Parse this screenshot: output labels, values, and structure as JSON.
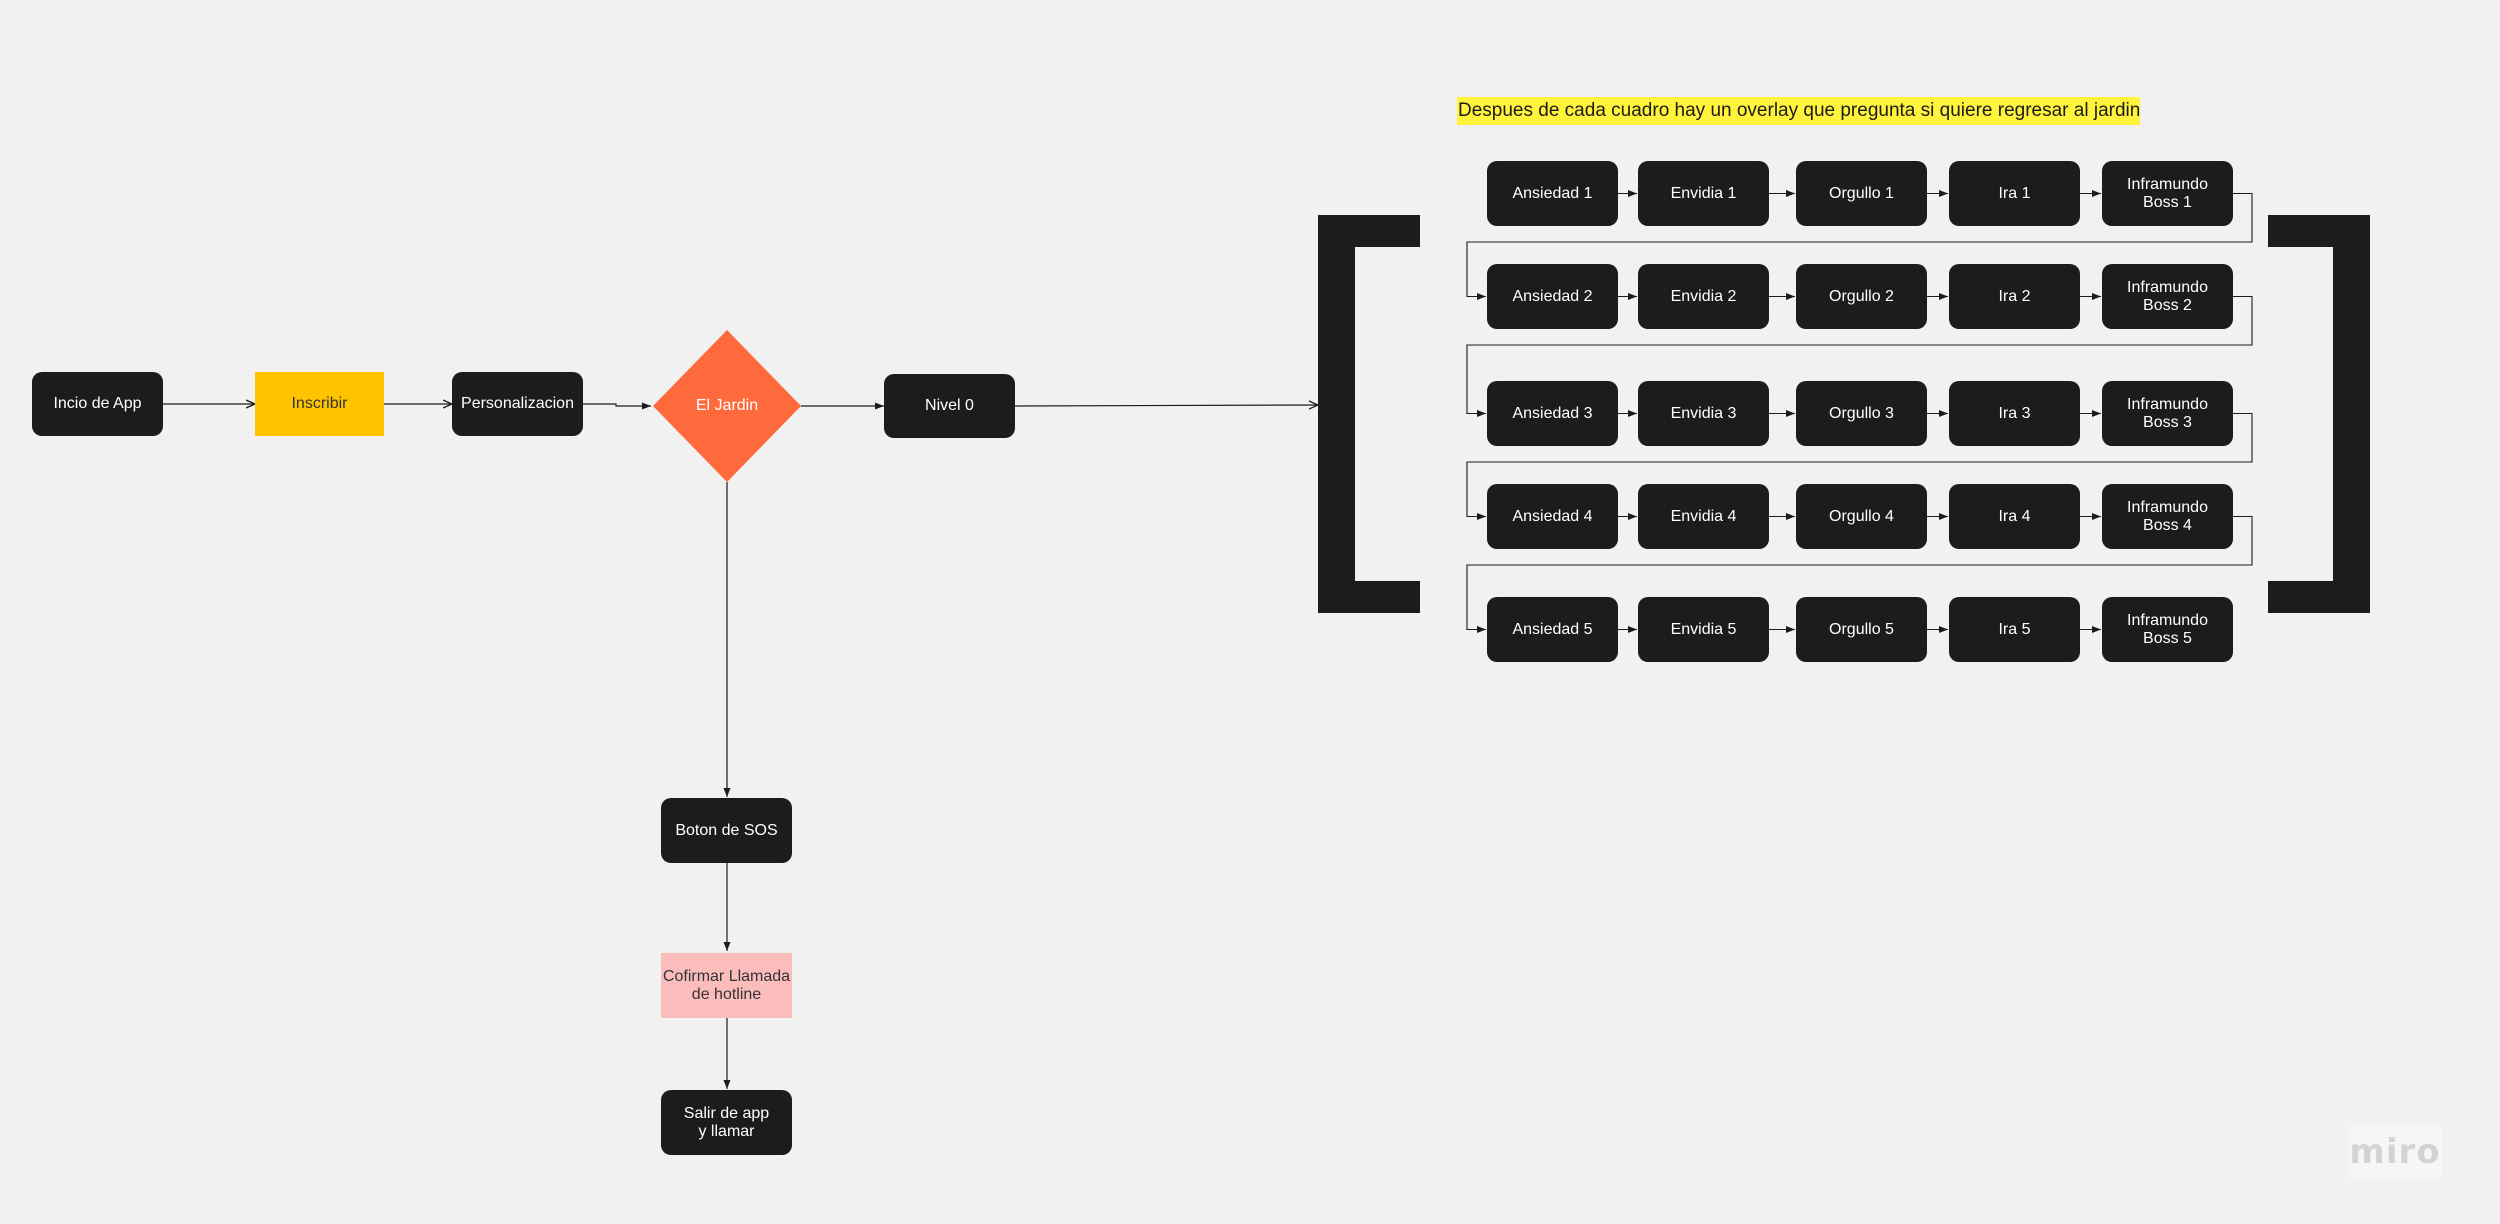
{
  "board": {
    "note": "Despues de cada cuadro hay un overlay que pregunta si quiere regresar al jardin",
    "watermark": "miro"
  },
  "colors": {
    "background": "#f2f1f1",
    "dark_node": "#1c1c1c",
    "inscribir": "#ffc300",
    "diamond": "#ff6a3d",
    "hotline": "#fbbcbc",
    "note_highlight": "#fff33b"
  },
  "flow": {
    "inicio": "Incio de App",
    "inscribir": "Inscribir",
    "personalizacion": "Personalizacion",
    "jardin": "El Jardin",
    "nivel0": "Nivel 0",
    "sos": "Boton de SOS",
    "confirmar": "Cofirmar Llamada\nde hotline",
    "salir": "Salir de app\ny llamar"
  },
  "levels": [
    [
      "Ansiedad 1",
      "Envidia 1",
      "Orgullo 1",
      "Ira 1",
      "Inframundo\nBoss 1"
    ],
    [
      "Ansiedad 2",
      "Envidia 2",
      "Orgullo 2",
      "Ira 2",
      "Inframundo\nBoss 2"
    ],
    [
      "Ansiedad 3",
      "Envidia 3",
      "Orgullo 3",
      "Ira 3",
      "Inframundo\nBoss 3"
    ],
    [
      "Ansiedad 4",
      "Envidia 4",
      "Orgullo 4",
      "Ira 4",
      "Inframundo\nBoss 4"
    ],
    [
      "Ansiedad 5",
      "Envidia 5",
      "Orgullo 5",
      "Ira 5",
      "Inframundo\nBoss 5"
    ]
  ]
}
